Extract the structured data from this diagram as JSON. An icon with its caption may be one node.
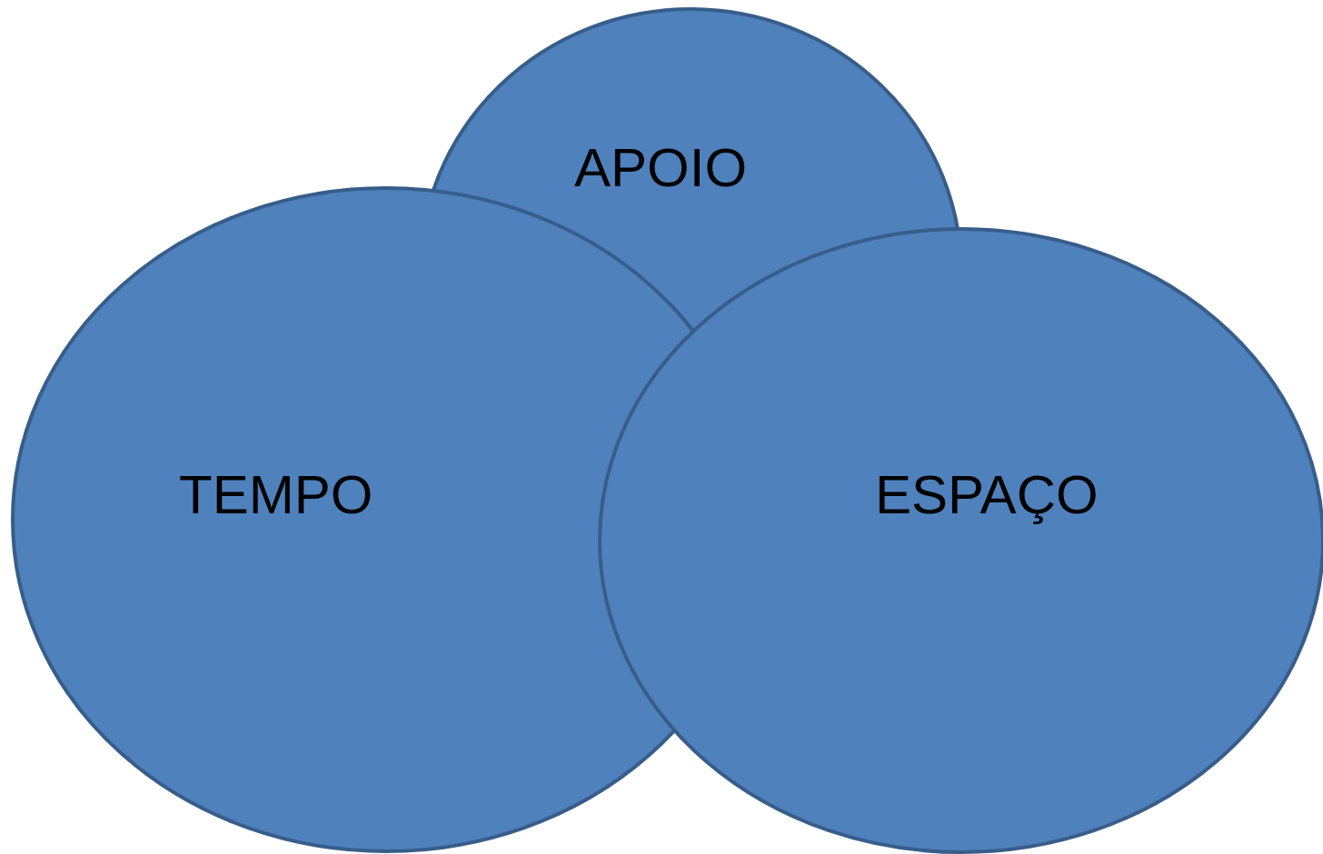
{
  "diagram": {
    "nodes": [
      {
        "text": [
          "APOIO"
        ]
      },
      {
        "text": [
          "TEMPO"
        ]
      },
      {
        "text": [
          "ESPAÇO"
        ]
      }
    ],
    "edges": []
  }
}
